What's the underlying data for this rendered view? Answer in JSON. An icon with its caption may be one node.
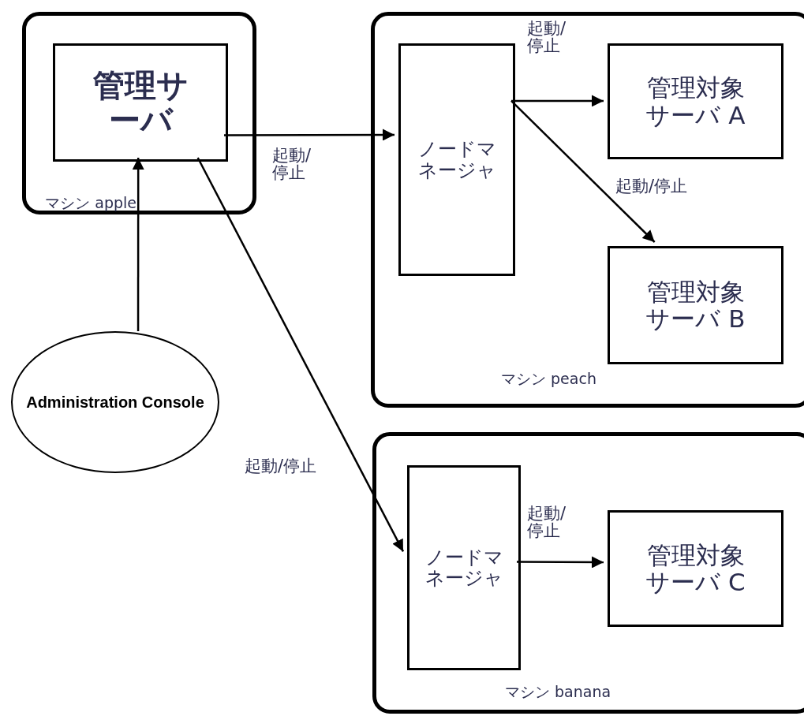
{
  "diagram": {
    "nodes": [
      {
        "text": [
          "マシン apple"
        ]
      },
      {
        "text": [
          "管理サーバ"
        ],
        "in": 0
      },
      {
        "text": [
          "Administration Console"
        ]
      },
      {
        "text": [
          "マシン peach"
        ]
      },
      {
        "text": [
          "ノードマネージャ"
        ],
        "in": 3
      },
      {
        "text": [
          "管理対象サーバ A"
        ],
        "in": 3
      },
      {
        "text": [
          "管理対象サーバ B"
        ],
        "in": 3
      },
      {
        "text": [
          "マシン banana"
        ]
      },
      {
        "text": [
          "ノードマネージャ"
        ],
        "in": 7
      },
      {
        "text": [
          "管理対象サーバ C"
        ],
        "in": 7
      }
    ],
    "edges": [
      {
        "from": 2,
        "to": 1,
        "arrow": "to"
      },
      {
        "from": 1,
        "to": 4,
        "arrow": "to",
        "label": "起動/停止"
      },
      {
        "from": 4,
        "to": 5,
        "arrow": "to",
        "label": "起動/停止"
      },
      {
        "from": 4,
        "to": 6,
        "arrow": "to",
        "label": "起動/停止"
      },
      {
        "from": 1,
        "to": 8,
        "arrow": "to",
        "label": "起動/停止"
      },
      {
        "from": 8,
        "to": 9,
        "arrow": "to",
        "label": "起動/停止"
      }
    ]
  }
}
